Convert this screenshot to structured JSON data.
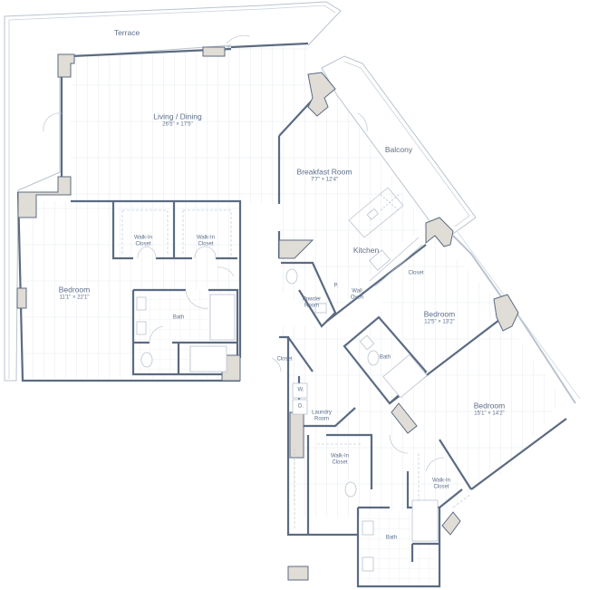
{
  "plan": {
    "colors": {
      "wall": "#5b6b82",
      "wall_fill": "#e0dcd6",
      "floor_line": "#d5dbe3",
      "rail": "#b9c3cf",
      "text": "#5d6f8a"
    },
    "rooms": [
      {
        "id": "terrace",
        "name": "Terrace",
        "dim": ""
      },
      {
        "id": "living",
        "name": "Living / Dining",
        "dim": "26'5\" × 17'5\""
      },
      {
        "id": "balcony",
        "name": "Balcony",
        "dim": ""
      },
      {
        "id": "breakfast",
        "name": "Breakfast Room",
        "dim": "7'7\" × 12'4\""
      },
      {
        "id": "kitchen",
        "name": "Kitchen",
        "dim": ""
      },
      {
        "id": "bedroom1",
        "name": "Bedroom",
        "dim": "11'1\" × 22'1\""
      },
      {
        "id": "wic1",
        "name": "Walk-In\nCloset",
        "dim": ""
      },
      {
        "id": "wic2",
        "name": "Walk-In\nCloset",
        "dim": ""
      },
      {
        "id": "bath1",
        "name": "Bath",
        "dim": ""
      },
      {
        "id": "powder",
        "name": "Powder\nRoom",
        "dim": ""
      },
      {
        "id": "pantry",
        "name": "P.",
        "dim": ""
      },
      {
        "id": "wall_oven",
        "name": "Wall\nOven",
        "dim": ""
      },
      {
        "id": "closet2",
        "name": "Closet",
        "dim": ""
      },
      {
        "id": "bedroom2",
        "name": "Bedroom",
        "dim": "12'5\" × 13'2\""
      },
      {
        "id": "bath2",
        "name": "Bath",
        "dim": ""
      },
      {
        "id": "bedroom3",
        "name": "Bedroom",
        "dim": "15'1\" × 14'2\""
      },
      {
        "id": "closet3",
        "name": "Closet",
        "dim": ""
      },
      {
        "id": "washer",
        "name": "W.",
        "dim": ""
      },
      {
        "id": "dryer",
        "name": "D.",
        "dim": ""
      },
      {
        "id": "laundry",
        "name": "Laundry\nRoom",
        "dim": ""
      },
      {
        "id": "wic3",
        "name": "Walk-In\nCloset",
        "dim": ""
      },
      {
        "id": "wic4",
        "name": "Walk-In\nCloset",
        "dim": ""
      },
      {
        "id": "bath3",
        "name": "Bath",
        "dim": ""
      }
    ]
  }
}
